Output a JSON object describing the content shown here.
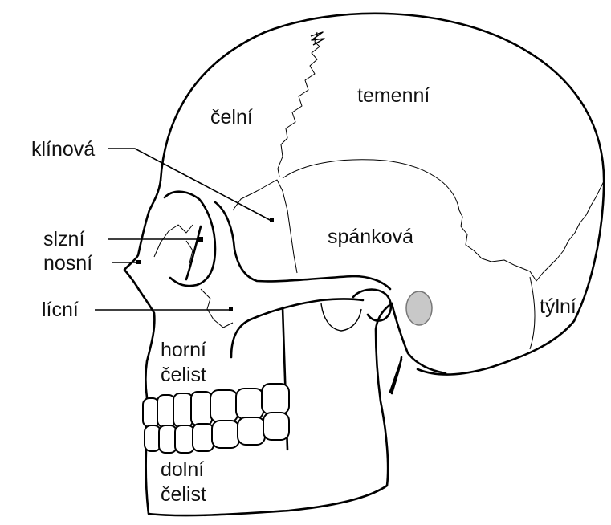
{
  "colors": {
    "outline": "#000000",
    "background": "#ffffff",
    "ear_canal": "#c8c8c8"
  },
  "labels": {
    "celni": "čelní",
    "temenni": "temenní",
    "klinova": "klínová",
    "slzni": "slzní",
    "nosni": "nosní",
    "spankova": "spánková",
    "licni": "lícní",
    "tylni": "týlní",
    "horni_celist_line1": "horní",
    "horni_celist_line2": "čelist",
    "dolni_celist_line1": "dolní",
    "dolni_celist_line2": "čelist"
  }
}
